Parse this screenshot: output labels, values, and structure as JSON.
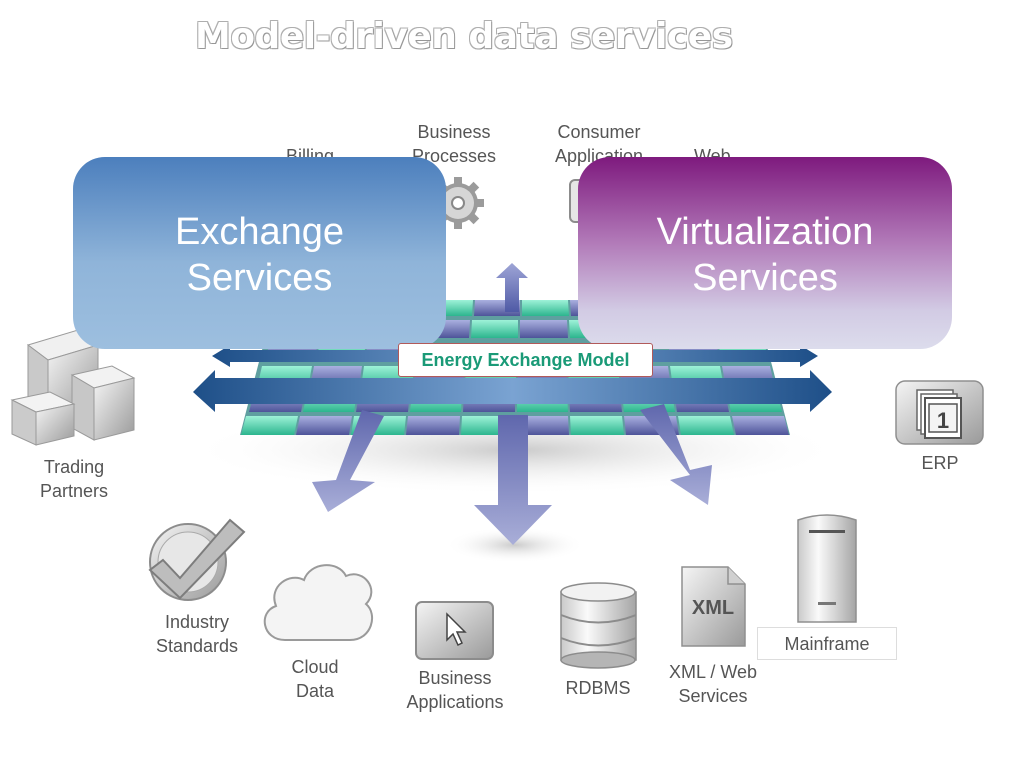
{
  "title": "Model-driven data services",
  "boxes": {
    "exchange": {
      "line1": "Exchange",
      "line2": "Services"
    },
    "virtualization": {
      "line1": "Virtualization",
      "line2": "Services"
    }
  },
  "center_label": "Energy Exchange Model",
  "labels": {
    "billing": "Billing",
    "business_processes": {
      "line1": "Business",
      "line2": "Processes"
    },
    "consumer_application": {
      "line1": "Consumer",
      "line2": "Application"
    },
    "web": "Web",
    "trading_partners": {
      "line1": "Trading",
      "line2": "Partners"
    },
    "erp": "ERP",
    "industry_standards": {
      "line1": "Industry",
      "line2": "Standards"
    },
    "cloud_data": {
      "line1": "Cloud",
      "line2": "Data"
    },
    "business_applications": {
      "line1": "Business",
      "line2": "Applications"
    },
    "rdbms": "RDBMS",
    "xml_web_services": {
      "line1": "XML / Web",
      "line2": "Services"
    },
    "mainframe": "Mainframe"
  },
  "icon_text": {
    "xml": "XML",
    "erp_page": "1"
  },
  "colors": {
    "exchange_top": "#4c7fbd",
    "virtualization_top": "#7e1a7e",
    "grid_teal": "#3fd0a8",
    "grid_purple": "#6d74b8",
    "arrow_blue": "#2b5f9a",
    "arrow_lavender": "#7f85bd",
    "model_text": "#1a9a77"
  }
}
